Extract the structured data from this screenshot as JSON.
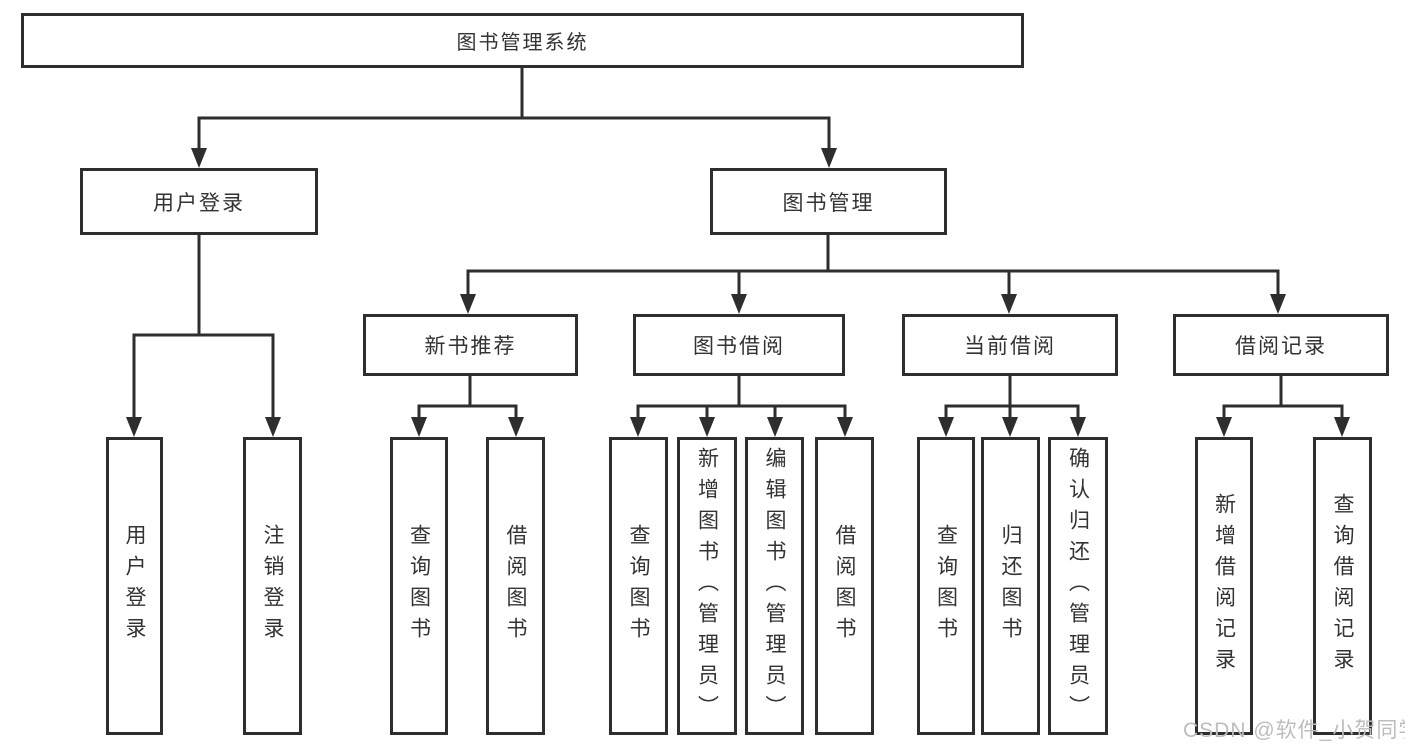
{
  "diagram_title": "图书管理系统",
  "colors": {
    "line": "#2e2e2e",
    "text": "#333333",
    "background": "#ffffff",
    "watermark": "#bdbdbd"
  },
  "root": {
    "label": "图书管理系统"
  },
  "level2": {
    "user_login": {
      "label": "用户登录"
    },
    "book_management": {
      "label": "图书管理"
    }
  },
  "level3": {
    "new_book_recommend": {
      "label": "新书推荐"
    },
    "book_borrowing": {
      "label": "图书借阅"
    },
    "current_borrowing": {
      "label": "当前借阅"
    },
    "borrowing_records": {
      "label": "借阅记录"
    }
  },
  "leaves": {
    "user_login": {
      "label": "用户登录"
    },
    "logout": {
      "label": "注销登录"
    },
    "query_books_recommend": {
      "label": "查询图书"
    },
    "borrow_books_recommend": {
      "label": "借阅图书"
    },
    "query_books_borrowing": {
      "label": "查询图书"
    },
    "add_books_admin": {
      "label": "新增图书（管理员）"
    },
    "edit_books_admin": {
      "label": "编辑图书（管理员）"
    },
    "borrow_books_borrowing": {
      "label": "借阅图书"
    },
    "query_books_current": {
      "label": "查询图书"
    },
    "return_books": {
      "label": "归还图书"
    },
    "confirm_return_admin": {
      "label": "确认归还（管理员）"
    },
    "add_borrow_record": {
      "label": "新增借阅记录"
    },
    "query_borrow_record": {
      "label": "查询借阅记录"
    }
  },
  "watermark": {
    "text": "CSDN @软件_小贺同学"
  }
}
